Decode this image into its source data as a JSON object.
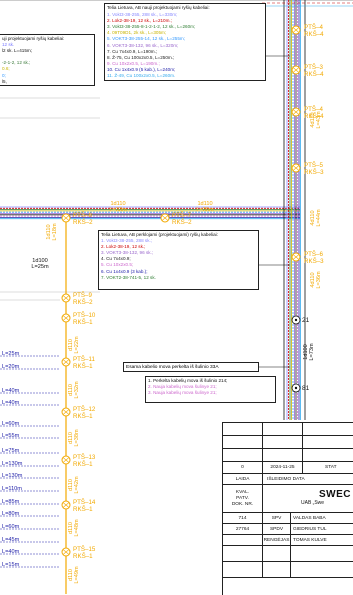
{
  "legend_top_left": {
    "lines": [
      {
        "text": "uji projektuojami ryšių kabeliai:",
        "color": "#111111"
      },
      {
        "text": "12 sk.",
        "color": "#7777ff"
      },
      {
        "text": "l2 sk. L=415m;",
        "color": "#111111"
      },
      {
        "text": "",
        "color": "#111111"
      },
      {
        "text": "-2-1-2, 12 sk.;",
        "color": "#3a7a3a"
      },
      {
        "text": "0.6;",
        "color": "#c8b400"
      },
      {
        "text": "0;",
        "color": "#3399ff"
      },
      {
        "text": "l5,",
        "color": "#111111"
      }
    ]
  },
  "legend_new": {
    "title": "Telia Lietuva, AB nauji projektuojami ryšių kabeliai:",
    "lines": [
      {
        "text": "1. Vokt3-38-255, 288 sk., L=330m;",
        "color": "#8888ff"
      },
      {
        "text": "2. Lok2-38-19, 12 sk., L=210m.;",
        "color": "#cc0000"
      },
      {
        "text": "3. Vokt3-38-255-8-1-2-1-2, 12 sk., L=260m;",
        "color": "#2e7d32"
      },
      {
        "text": "4. 09T09D1, 2k sk., L=305m;",
        "color": "#c8b400"
      },
      {
        "text": "5. VOKT3-38-255-14, 12 sk., L=255m;",
        "color": "#3399ff"
      },
      {
        "text": "6. VOKT3-38-132, 96 sk., L=320m;",
        "color": "#9966cc"
      },
      {
        "text": "7. Cu 7x4x0.9, L=190m.;",
        "color": "#222222"
      },
      {
        "text": "8. Ž-75, Cu 100x2x0.5, L=250m.;",
        "color": "#222222"
      },
      {
        "text": "9. Cu 10x2x0.5, L=190m.;",
        "color": "#cc66cc"
      },
      {
        "text": "10. Cu 1x4x0.9 (5 kab.), L=240m;",
        "color": "#2222aa"
      },
      {
        "text": "11. Ž-49, Cu 100x2x0.5, L=260m.",
        "color": "#33aaee"
      }
    ]
  },
  "legend_dismantled": {
    "title": "Telia Lietuva, AB perklojami (projektuojami) ryšių kabeliai:",
    "lines": [
      {
        "text": "1. Vokt3-38-255, 288 sk.;",
        "color": "#8888ff"
      },
      {
        "text": "2. Lok2-38-19, 12 sk.;",
        "color": "#cc0000"
      },
      {
        "text": "3. VOKT3-38-132, 96 sk.;",
        "color": "#9966cc"
      },
      {
        "text": "4. Cu 7x4x0.9;",
        "color": "#222222"
      },
      {
        "text": "5. Cu 10x2x0.5;",
        "color": "#cc66cc"
      },
      {
        "text": "6. Cu 1x4x0.9 (3 kab.);",
        "color": "#2222aa"
      },
      {
        "text": "7. VOKT2-38-741-5, 12 sk.",
        "color": "#2e7d32"
      }
    ]
  },
  "note_existing": "Esama kabelio mova perkelta iš šulinio 33A",
  "note_moves": {
    "lines": [
      {
        "text": "1. Perkelta kabelių mova iš šulinio 214;",
        "color": "#111111"
      },
      {
        "text": "2. Nauja kabelių mova šulinye 21;",
        "color": "#cc66cc"
      },
      {
        "text": "3. Nauja kabelių mova šulinye 21;",
        "color": "#cc66cc"
      }
    ]
  },
  "wells": [
    {
      "id": "PTŠ–8",
      "sub": "RKŠ–2"
    },
    {
      "id": "PTŠ–7",
      "sub": "RKŠ–2"
    },
    {
      "id": "PTŠ–9",
      "sub": "RKŠ–2"
    },
    {
      "id": "PTŠ–10",
      "sub": "RKŠ–1"
    },
    {
      "id": "PTŠ–11",
      "sub": "RKŠ–1"
    },
    {
      "id": "PTŠ–12",
      "sub": "RKŠ–1"
    },
    {
      "id": "PTŠ–13",
      "sub": "RKŠ–1"
    },
    {
      "id": "PTŠ–14",
      "sub": "RKŠ–1"
    },
    {
      "id": "PTŠ–15",
      "sub": "RKŠ–1"
    },
    {
      "id": "PTŠ–4",
      "sub": "RKŠ–4"
    },
    {
      "id": "PTŠ–3",
      "sub": "RKŠ–4"
    },
    {
      "id": "PTŠ–4",
      "sub": "RKŠ–4"
    },
    {
      "id": "PTŠ–5",
      "sub": "RKŠ–3"
    },
    {
      "id": "PTŠ–6",
      "sub": "RKŠ–3"
    }
  ],
  "segment_labels": [
    {
      "d": "1d110",
      "l": "L=33m"
    },
    {
      "d": "1d110",
      "l": "L=30m"
    },
    {
      "d": "1d110",
      "l": "L=18m"
    },
    {
      "d": "1d100",
      "l": "L=25m"
    },
    {
      "d": "d110",
      "l": "L=22m"
    },
    {
      "d": "d110",
      "l": "L=32m"
    },
    {
      "d": "d110",
      "l": "L=38m"
    },
    {
      "d": "d110",
      "l": "L=42m"
    },
    {
      "d": "d110",
      "l": "L=48m"
    },
    {
      "d": "d110",
      "l": "L=49m"
    },
    {
      "d": "1d100",
      "l": "L=73m"
    },
    {
      "d": "4d110",
      "l": "L=43m"
    },
    {
      "d": "4d110",
      "l": "L=44m"
    },
    {
      "d": "4d110",
      "l": "L=36m"
    }
  ],
  "left_lengths": [
    "L=25m",
    "L=20m",
    "L=40m",
    "L=40m",
    "L=60m",
    "L=55m",
    "L=75m",
    "L=130m",
    "L=130m",
    "L=110m",
    "L=85m",
    "L=80m",
    "L=60m",
    "L=45m",
    "L=40m",
    "L=15m"
  ],
  "poles": [
    "21",
    "81"
  ],
  "title_block": {
    "rev": "0",
    "date": "2024-11-25",
    "stat": "STAT",
    "laida": "LAIDA",
    "isleidimo": "IŠLEIDIMO DATA",
    "kval": "KVAL.",
    "patv": "PATV.",
    "dok": "DOK. NR.",
    "company": "SWEC",
    "company_sub": "UAB „Swe",
    "rows": [
      {
        "a": "714",
        "b": "SPV",
        "c": "VALDAS BABA"
      },
      {
        "a": "27764",
        "b": "SPDV",
        "c": "GIEDRIUS TUL"
      },
      {
        "a": "",
        "b": "RENGĖJAS",
        "c": "TOMAS KULVE"
      }
    ]
  }
}
